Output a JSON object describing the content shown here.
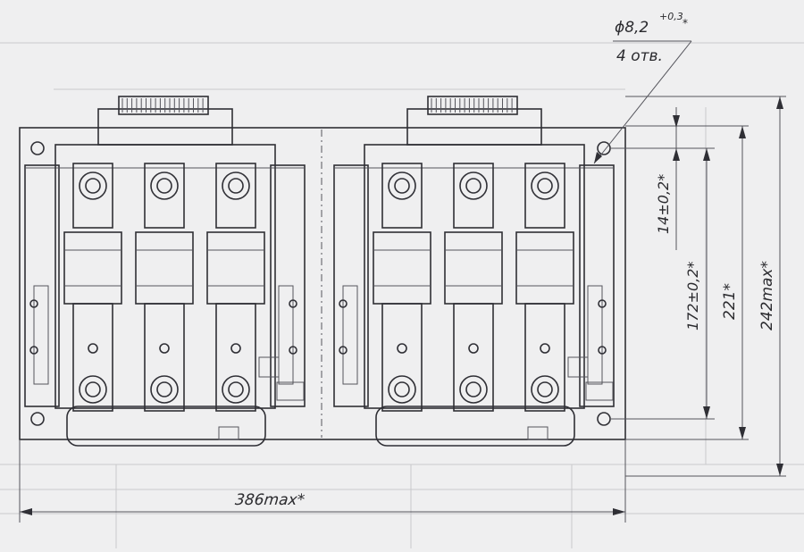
{
  "drawing": {
    "hole_diameter": "ϕ8,2",
    "hole_tolerance": "+0,3",
    "hole_mark": "*",
    "hole_count": "4 отв.",
    "dim_width": "386max*",
    "dim_height_total": "242max*",
    "dim_221": "221*",
    "dim_172": "172±0,2*",
    "dim_14": "14±0,2*"
  }
}
